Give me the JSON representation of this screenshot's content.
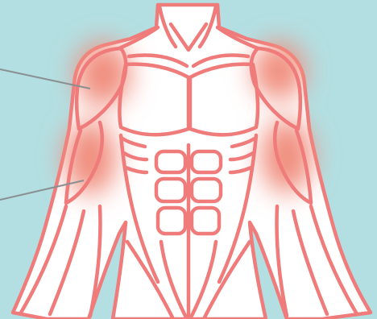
{
  "figure": {
    "subject": "anatomy-illustration",
    "view": "front",
    "region": "upper-torso-and-arms",
    "highlighted_muscles": [
      "deltoid-left",
      "deltoid-right",
      "biceps-left",
      "biceps-right"
    ],
    "leader_lines": 2
  },
  "colors": {
    "background": "#b3dfe2",
    "skin": "#ffffff",
    "outline": "#ef7b7b",
    "highlight": "#f08e7e",
    "leader_line": "#8a8f92"
  }
}
